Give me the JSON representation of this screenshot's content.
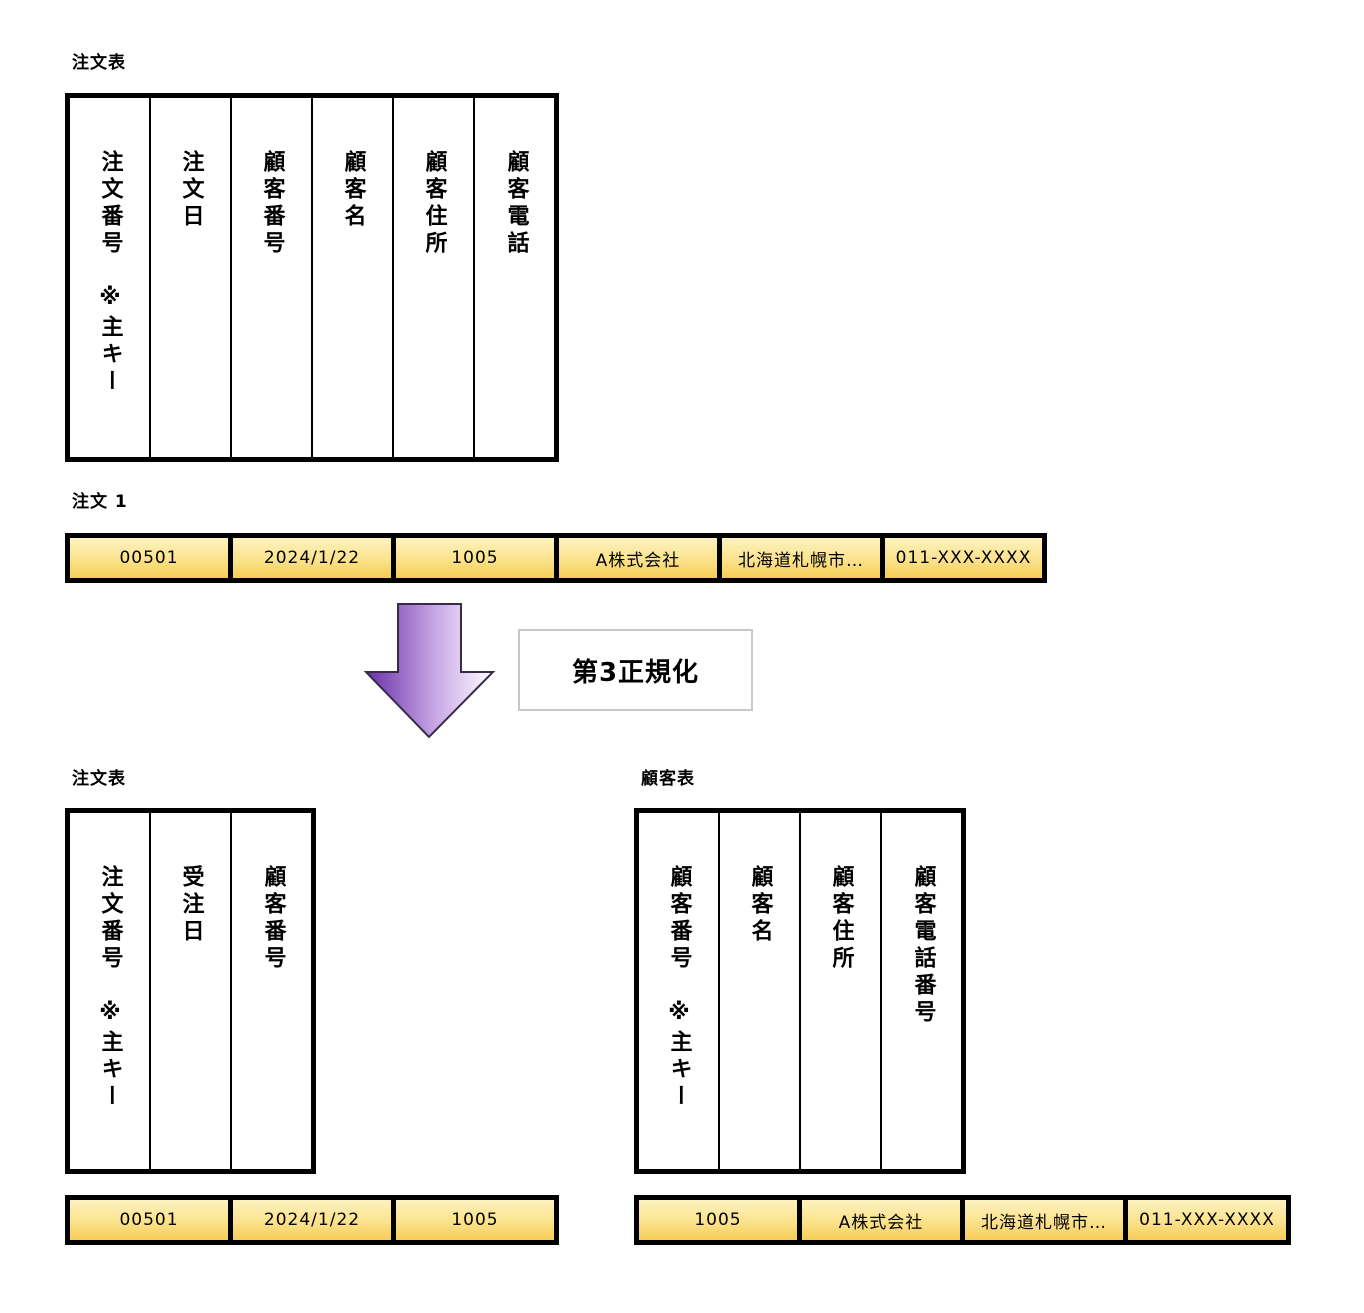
{
  "before": {
    "table_label": "注文表",
    "columns": [
      "注文番号　※主キー",
      "注文日",
      "顧客番号",
      "顧客名",
      "顧客住所",
      "顧客電話"
    ],
    "row_label": "注文 1",
    "row": [
      "00501",
      "2024/1/22",
      "1005",
      "A株式会社",
      "北海道札幌市…",
      "011-XXX-XXXX"
    ]
  },
  "step": {
    "label": "第3正規化",
    "arrow_icon": "down-arrow-icon",
    "arrow_color": "#8b5cc6"
  },
  "after": {
    "order": {
      "table_label": "注文表",
      "columns": [
        "注文番号　※主キー",
        "受注日",
        "顧客番号"
      ],
      "row": [
        "00501",
        "2024/1/22",
        "1005"
      ]
    },
    "customer": {
      "table_label": "顧客表",
      "columns": [
        "顧客番号　※主キー",
        "顧客名",
        "顧客住所",
        "顧客電話番号"
      ],
      "row": [
        "1005",
        "A株式会社",
        "北海道札幌市…",
        "011-XXX-XXXX"
      ]
    }
  },
  "colors": {
    "cell_fill_top": "#fdf3c0",
    "cell_fill_bottom": "#f6cd55",
    "border": "#000000"
  }
}
